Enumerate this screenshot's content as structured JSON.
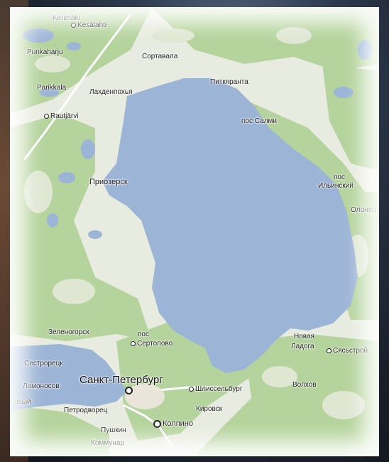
{
  "map": {
    "colors": {
      "water": "#9cb4d6",
      "forest": "#b5d39c",
      "land": "#e8ebdf",
      "road": "#ffffff"
    },
    "labels": {
      "kesalahti": "Kesälahti",
      "kerimaki": "Kerimäki",
      "punkaharju": "Punkaharju",
      "parikkala": "Parikkala",
      "rautjarvi": "Rautjärvi",
      "sortavala": "Сортавала",
      "lahdenpohja": "Лахденпохья",
      "pitkyaranta": "Питкяранта",
      "salmi": "пос Салми",
      "ilyinsky_pos": "пос",
      "ilyinsky": "Ильинский",
      "olonets": "Олонец",
      "priozersk": "Приозерск",
      "zelenogorsk": "Зеленогорск",
      "sertolovo_pos": "пос",
      "sertolovo": "Сертолово",
      "sestroretsk": "Сестрорецк",
      "spb": "Санкт-Петербург",
      "lomonosov": "Ломоносов",
      "novy": "овый",
      "petrodvorets": "Петродворец",
      "shlisselburg": "Шлиссельбург",
      "kirovsk": "Кировск",
      "kolpino": "Колпино",
      "pushkin": "Пушкин",
      "kommunar": "Коммунар",
      "novaya_ladoga_1": "Новая",
      "novaya_ladoga_2": "Ладога",
      "syasstroy": "Сясьстрой",
      "volkhov": "Волхов"
    }
  }
}
